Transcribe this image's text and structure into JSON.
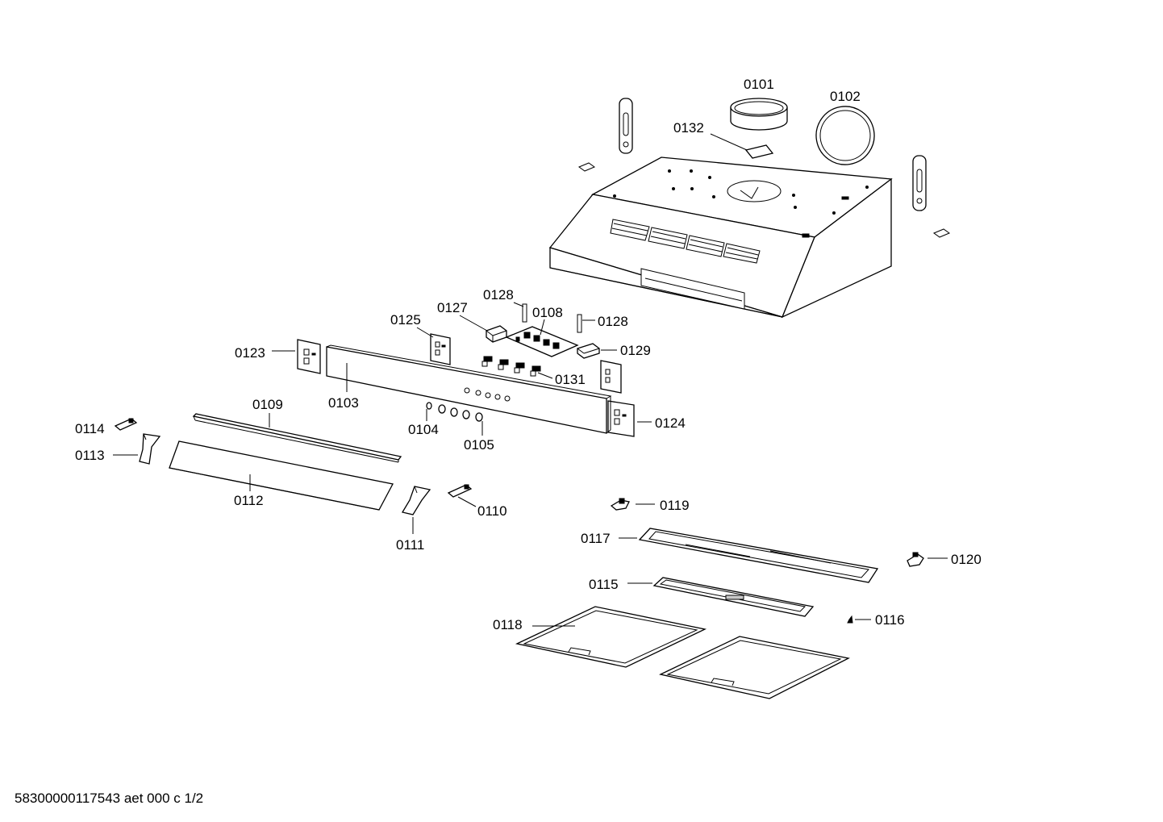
{
  "labels": {
    "p0101": "0101",
    "p0102": "0102",
    "p0132": "0132",
    "p0128a": "0128",
    "p0127": "0127",
    "p0108": "0108",
    "p0128b": "0128",
    "p0125": "0125",
    "p0129": "0129",
    "p0123": "0123",
    "p0131": "0131",
    "p0109": "0109",
    "p0103": "0103",
    "p0124": "0124",
    "p0114": "0114",
    "p0104": "0104",
    "p0105": "0105",
    "p0113": "0113",
    "p0112": "0112",
    "p0110": "0110",
    "p0111": "0111",
    "p0119": "0119",
    "p0117": "0117",
    "p0120": "0120",
    "p0115": "0115",
    "p0116": "0116",
    "p0118": "0118"
  },
  "footer": {
    "document_code": "58300000117543 aet 000 c 1/2"
  }
}
